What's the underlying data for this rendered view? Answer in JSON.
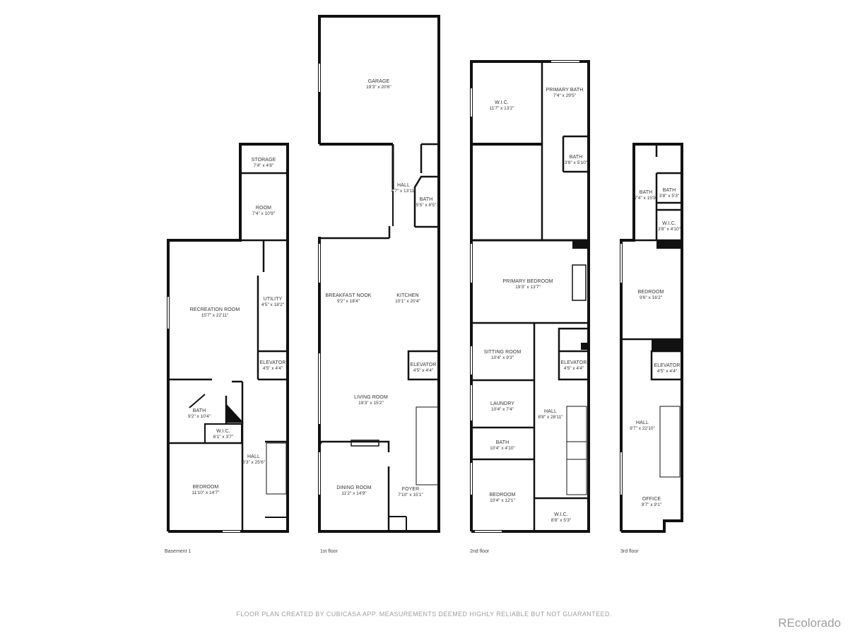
{
  "floors": [
    {
      "label": "Basement 1"
    },
    {
      "label": "1st floor"
    },
    {
      "label": "2nd floor"
    },
    {
      "label": "3rd floor"
    }
  ],
  "rooms": [
    {
      "name": "STORAGE",
      "dim": "7'4\" x 4'8\""
    },
    {
      "name": "ROOM",
      "dim": "7'4\" x 10'9\""
    },
    {
      "name": "RECREATION ROOM",
      "dim": "15'7\" x 22'11\""
    },
    {
      "name": "UTILITY",
      "dim": "4'5\" x 18'2\""
    },
    {
      "name": "ELEVATOR",
      "dim": "4'5\" x 4'4\""
    },
    {
      "name": "BATH",
      "dim": "9'2\" x 10'4\""
    },
    {
      "name": "W.I.C.",
      "dim": "6'1\" x 3'7\""
    },
    {
      "name": "HALL",
      "dim": "6'3\" x 25'6\""
    },
    {
      "name": "BEDROOM",
      "dim": "11'10\" x 14'7\""
    },
    {
      "name": "GARAGE",
      "dim": "19'3\" x 20'6\""
    },
    {
      "name": "HALL",
      "dim": "4'7\" x 13'11\""
    },
    {
      "name": "BATH",
      "dim": "5'5\" x 8'5\""
    },
    {
      "name": "BREAKFAST NOOK",
      "dim": "9'2\" x 18'4\""
    },
    {
      "name": "KITCHEN",
      "dim": "10'1\" x 20'4\""
    },
    {
      "name": "ELEVATOR",
      "dim": "4'5\" x 4'4\""
    },
    {
      "name": "LIVING ROOM",
      "dim": "19'3\" x 15'2\""
    },
    {
      "name": "DINING ROOM",
      "dim": "11'2\" x 14'9\""
    },
    {
      "name": "FOYER",
      "dim": "7'10\" x 15'1\""
    },
    {
      "name": "W.I.C.",
      "dim": "11'7\" x 13'2\""
    },
    {
      "name": "PRIMARY BATH",
      "dim": "7'4\" x 29'5\""
    },
    {
      "name": "BATH",
      "dim": "3'8\" x 5'10\""
    },
    {
      "name": "PRIMARY BEDROOM",
      "dim": "19'3\" x 13'7\""
    },
    {
      "name": "SITTING ROOM",
      "dim": "10'4\" x 9'3\""
    },
    {
      "name": "ELEVATOR",
      "dim": "4'5\" x 4'4\""
    },
    {
      "name": "LAUNDRY",
      "dim": "10'4\" x 7'4\""
    },
    {
      "name": "HALL",
      "dim": "8'8\" x 28'11\""
    },
    {
      "name": "BATH",
      "dim": "10'4\" x 4'10\""
    },
    {
      "name": "BEDROOM",
      "dim": "10'4\" x 12'1\""
    },
    {
      "name": "W.I.C.",
      "dim": "8'8\" x 5'3\""
    },
    {
      "name": "BATH",
      "dim": "7'4\" x 15'9\""
    },
    {
      "name": "BATH",
      "dim": "3'8\" x 5'3\""
    },
    {
      "name": "W.I.C.",
      "dim": "3'8\" x 4'10\""
    },
    {
      "name": "BEDROOM",
      "dim": "9'6\" x 16'2\""
    },
    {
      "name": "ELEVATOR",
      "dim": "4'5\" x 4'4\""
    },
    {
      "name": "HALL",
      "dim": "9'7\" x 22'10\""
    },
    {
      "name": "OFFICE",
      "dim": "9'7\" x 9'1\""
    }
  ],
  "footer": {
    "disclaimer": "FLOOR PLAN CREATED BY CUBICASA APP. MEASUREMENTS DEEMED HIGHLY RELIABLE BUT NOT GUARANTEED.",
    "watermark": "REcolorado"
  },
  "colors": {
    "wall": "#111111",
    "text": "#333333",
    "footer_text": "#9e9e9e"
  }
}
